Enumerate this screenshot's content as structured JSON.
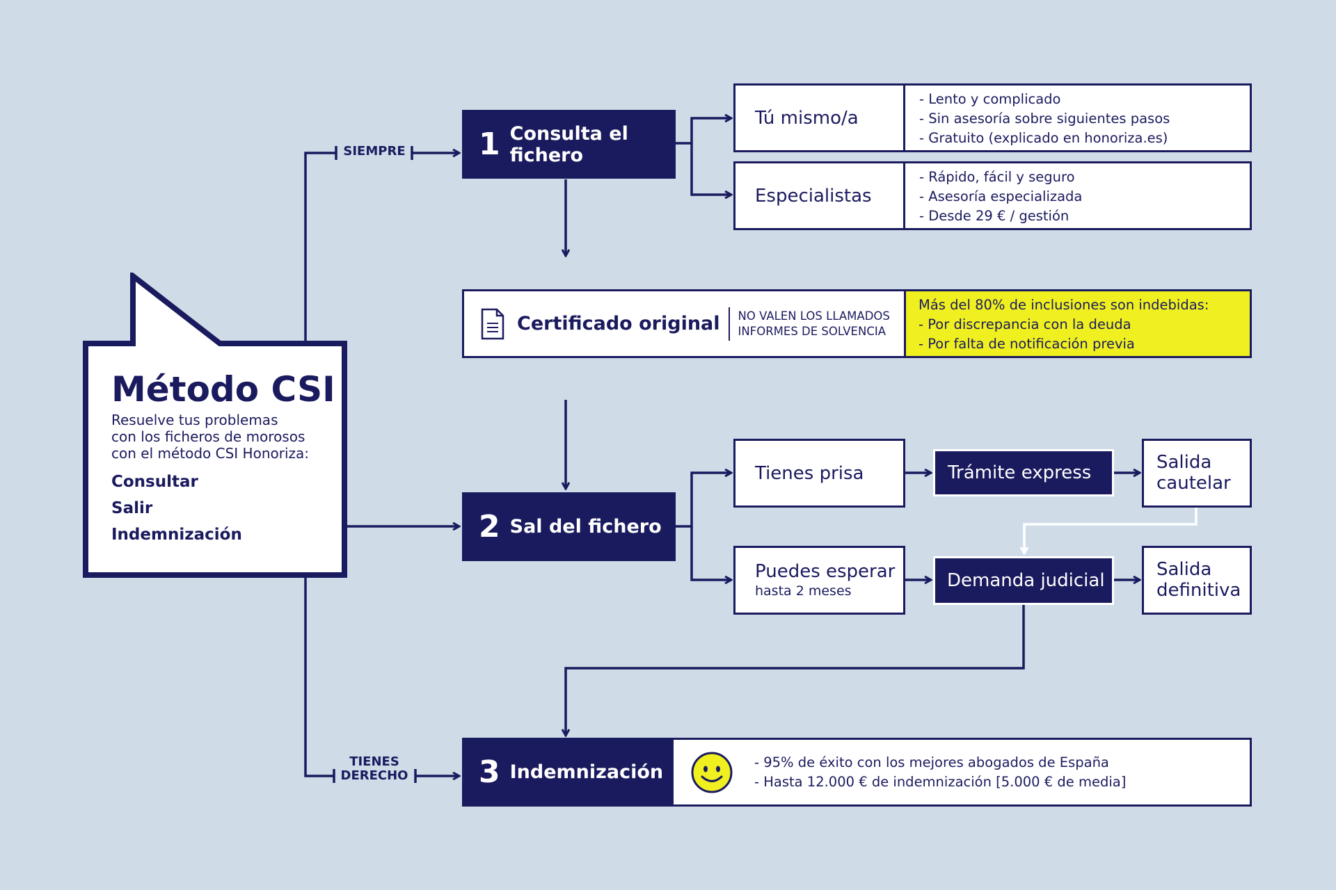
{
  "colors": {
    "navy": "#1a1a5e",
    "background": "#cfdce8",
    "highlight": "#f0f020",
    "white": "#ffffff"
  },
  "intro": {
    "title": "Método CSI",
    "description": [
      "Resuelve tus problemas",
      "con los ficheros de morosos",
      "con el método CSI Honoriza:"
    ],
    "items": [
      "Consultar",
      "Salir",
      "Indemnización"
    ]
  },
  "tags": {
    "always": "SIEMPRE",
    "entitled": [
      "TIENES",
      "DERECHO"
    ]
  },
  "step1": {
    "number": "1",
    "title": "Consulta el fichero",
    "options": [
      {
        "label": "Tú mismo/a",
        "notes": [
          "- Lento y complicado",
          "- Sin asesoría sobre siguientes pasos",
          "- Gratuito (explicado en honoriza.es)"
        ]
      },
      {
        "label": "Especialistas",
        "notes": [
          "- Rápido, fácil y seguro",
          "- Asesoría especializada",
          "- Desde 29 € / gestión"
        ]
      }
    ]
  },
  "certificate": {
    "icon": "document-icon",
    "title": "Certificado original",
    "warning": [
      "NO VALEN LOS LLAMADOS",
      "INFORMES DE SOLVENCIA"
    ],
    "notes": [
      "Más del 80% de inclusiones son indebidas:",
      "- Por discrepancia con la deuda",
      "- Por falta de notificación previa"
    ]
  },
  "step2": {
    "number": "2",
    "title": "Sal del fichero",
    "hurry": {
      "label": "Tienes prisa",
      "process": "Trámite express",
      "result": [
        "Salida",
        "cautelar"
      ]
    },
    "wait": {
      "label": "Puedes esperar",
      "sublabel": "hasta 2 meses",
      "process": "Demanda judicial",
      "result": [
        "Salida",
        "definitiva"
      ]
    }
  },
  "step3": {
    "number": "3",
    "title": "Indemnización",
    "icon": "smiley-icon",
    "notes": [
      "- 95% de éxito con los mejores abogados de España",
      "- Hasta 12.000 € de indemnización [5.000 € de media]"
    ]
  }
}
